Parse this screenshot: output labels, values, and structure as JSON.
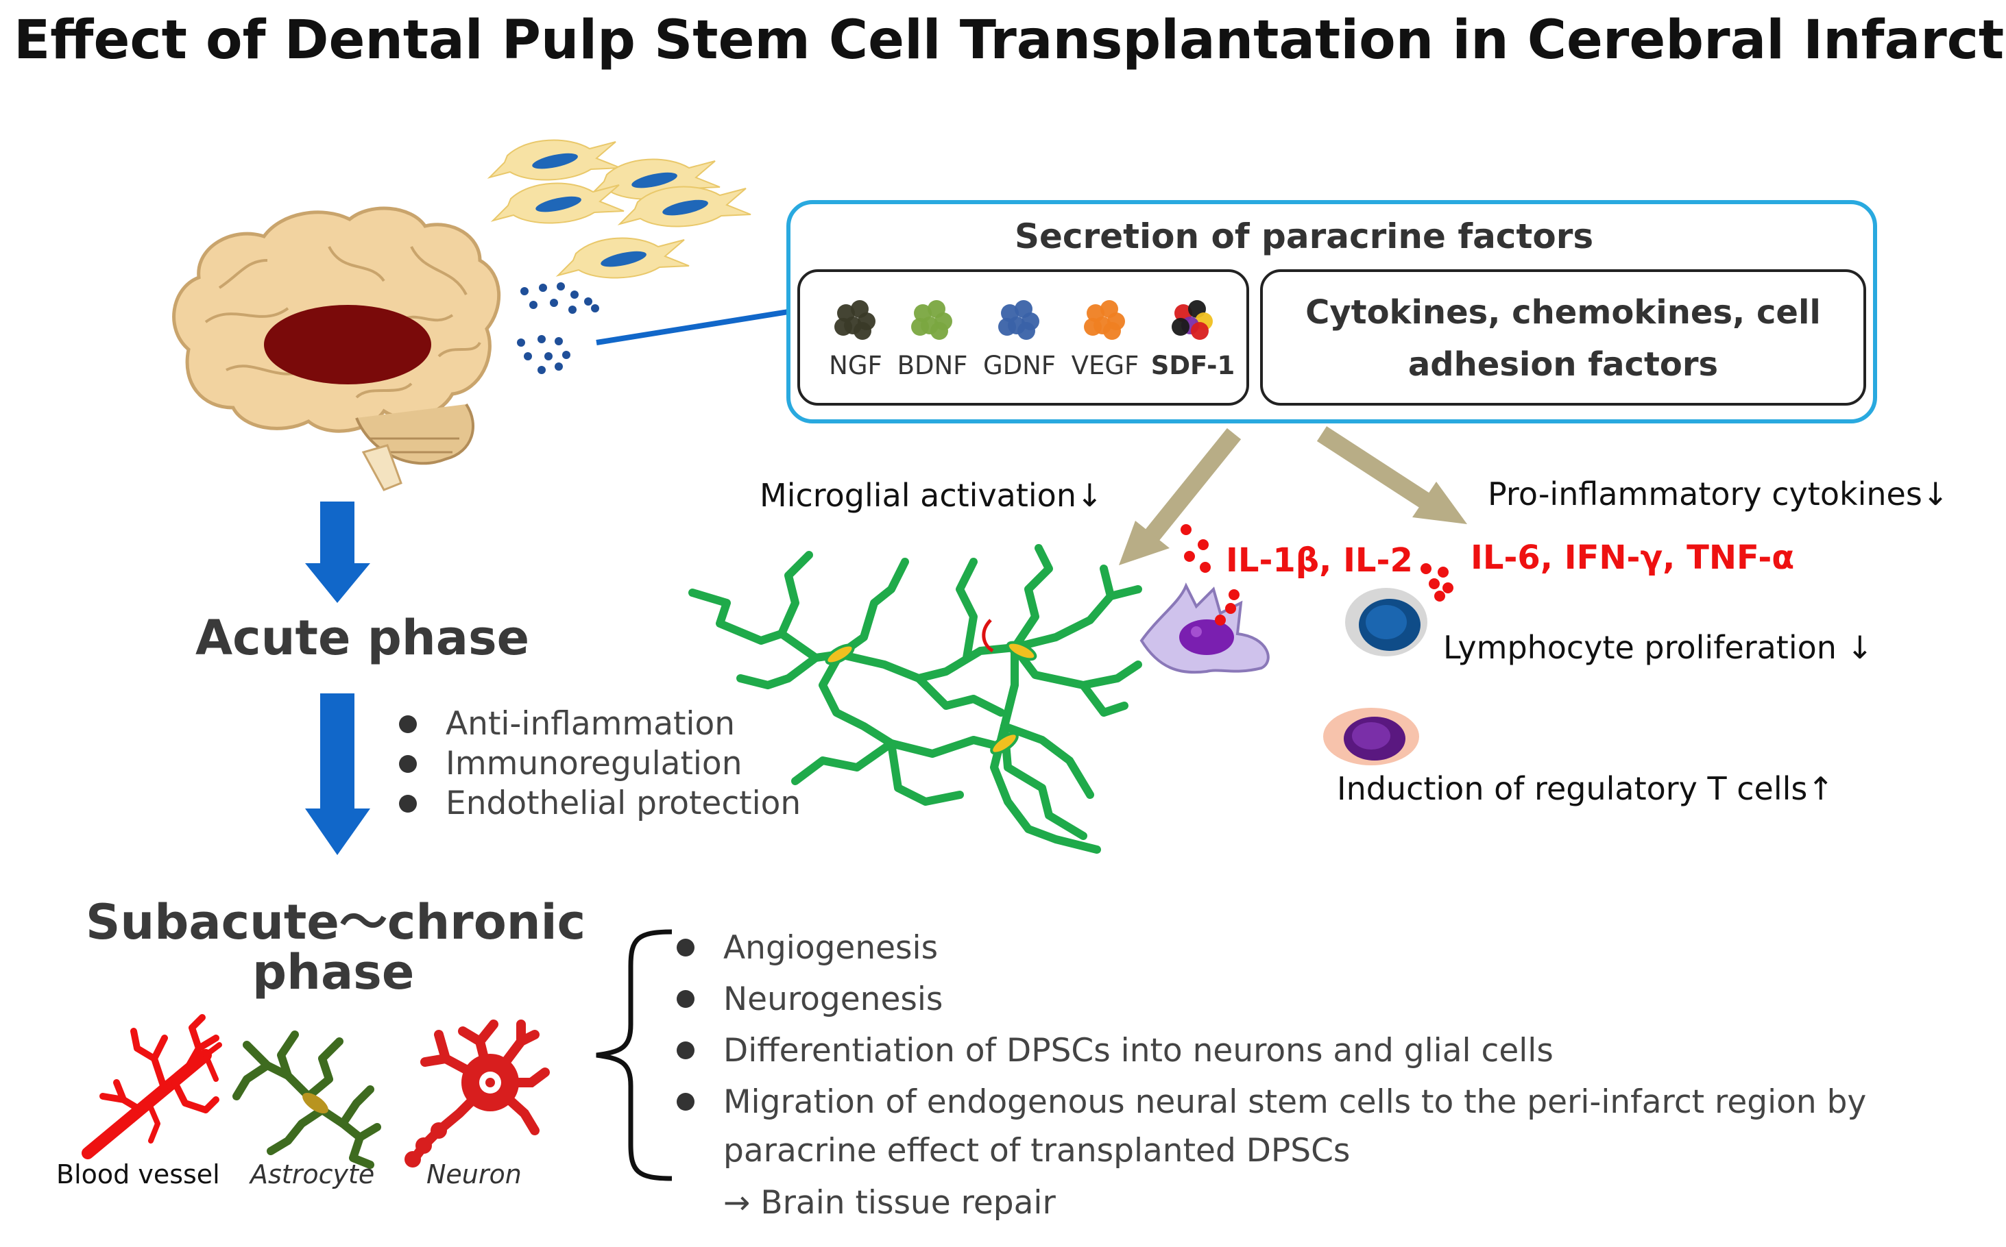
{
  "title": "Effect of Dental Pulp Stem Cell Transplantation in Cerebral Infarction",
  "paracrine": {
    "title": "Secretion of paracrine factors",
    "factors": [
      {
        "label": "NGF",
        "color": "#3a3a28"
      },
      {
        "label": "BDNF",
        "color": "#7aa640"
      },
      {
        "label": "GDNF",
        "color": "#3a62a8"
      },
      {
        "label": "VEGF",
        "color": "#ef7f22"
      },
      {
        "label": "SDF-1",
        "color": "#d81e1e"
      }
    ],
    "other": "Cytokines, chemokines, cell adhesion factors"
  },
  "acute": {
    "label": "Acute phase",
    "bullets": [
      "Anti-inflammation",
      "Immunoregulation",
      "Endothelial protection"
    ]
  },
  "chronic": {
    "label_line1": "Subacute〜chronic",
    "label_line2": "phase",
    "bullets": [
      "Angiogenesis",
      "Neurogenesis",
      "Differentiation of DPSCs into neurons and glial cells",
      "Migration of endogenous neural stem cells to the peri-infarct region by",
      "paracrine effect of transplanted DPSCs"
    ],
    "result": "→ Brain tissue repair"
  },
  "cells": {
    "blood_vessel": "Blood vessel",
    "astrocyte": "Astrocyte",
    "neuron": "Neuron"
  },
  "effects": {
    "microglia": "Microglial activation↓",
    "proinflammatory": "Pro-inflammatory cytokines↓",
    "il_left": "IL-1β, IL-2",
    "il_right": "IL-6, IFN-γ, TNF-α",
    "lymphocyte": "Lymphocyte proliferation ↓",
    "treg": "Induction of regulatory T cells↑"
  },
  "colors": {
    "arrow_blue": "#1167c9",
    "box_border": "#29a9df",
    "infarct": "#7a0a0a",
    "brain": "#f2d3a0",
    "astro_green": "#1faa4a",
    "tan_arrow": "#b8ad86",
    "red": "#ee1111"
  }
}
